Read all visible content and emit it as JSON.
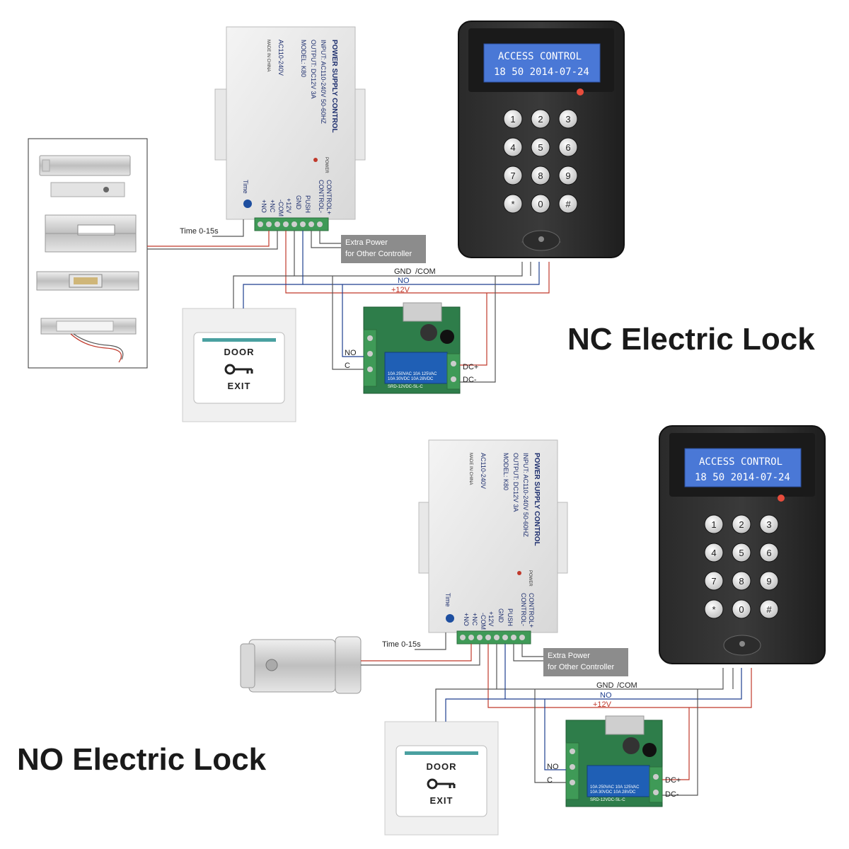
{
  "titles": {
    "nc": "NC Electric Lock",
    "no": "NO Electric Lock"
  },
  "power_supply": {
    "header": "POWER SUPPLY CONTROL",
    "input": "INPUT: AC110-240V  50-60HZ",
    "output": "OUTPUT: DC12V  3A",
    "model": "MODEL: K80",
    "ac": "AC110-240V",
    "made": "MADE IN CHINA",
    "power": "POWER",
    "time": "Time",
    "terminals": [
      "CONTROL+",
      "CONTROL-",
      "PUSH",
      "GND",
      "+12V",
      "-COM",
      "+NC",
      "+NO"
    ]
  },
  "keypad": {
    "lcd_line1": "ACCESS CONTROL",
    "lcd_line2": "18 50  2014-07-24",
    "keys": [
      "1",
      "2",
      "3",
      "4",
      "5",
      "6",
      "7",
      "8",
      "9",
      "*",
      "0",
      "#"
    ]
  },
  "labels": {
    "time_range": "Time 0-15s",
    "extra_power_1": "Extra Power",
    "extra_power_2": "for Other Controller",
    "gnd_com_a": "GND",
    "gnd_com_b": "/COM",
    "no_wire": "NO",
    "plus12v": "+12V",
    "relay_no": "NO",
    "relay_c": "C",
    "relay_dc_plus": "DC+",
    "relay_dc_minus": "DC-"
  },
  "exit_button": {
    "line1": "DOOR",
    "line2": "EXIT"
  },
  "relay": {
    "model": "SRD-12VDC-SL-C",
    "rating1": "10A 250VAC  10A 125VAC",
    "rating2": "10A 30VDC   10A 28VDC"
  },
  "colors": {
    "wire_red": "#c0392b",
    "wire_blue": "#1f3f8f",
    "wire_gray": "#555555",
    "lcd_blue": "#4a78d6",
    "pcb_green": "#2e7d4a",
    "relay_blue": "#1f5fb5",
    "terminal_green": "#3f9a57",
    "note_box": "#8c8c8c"
  }
}
